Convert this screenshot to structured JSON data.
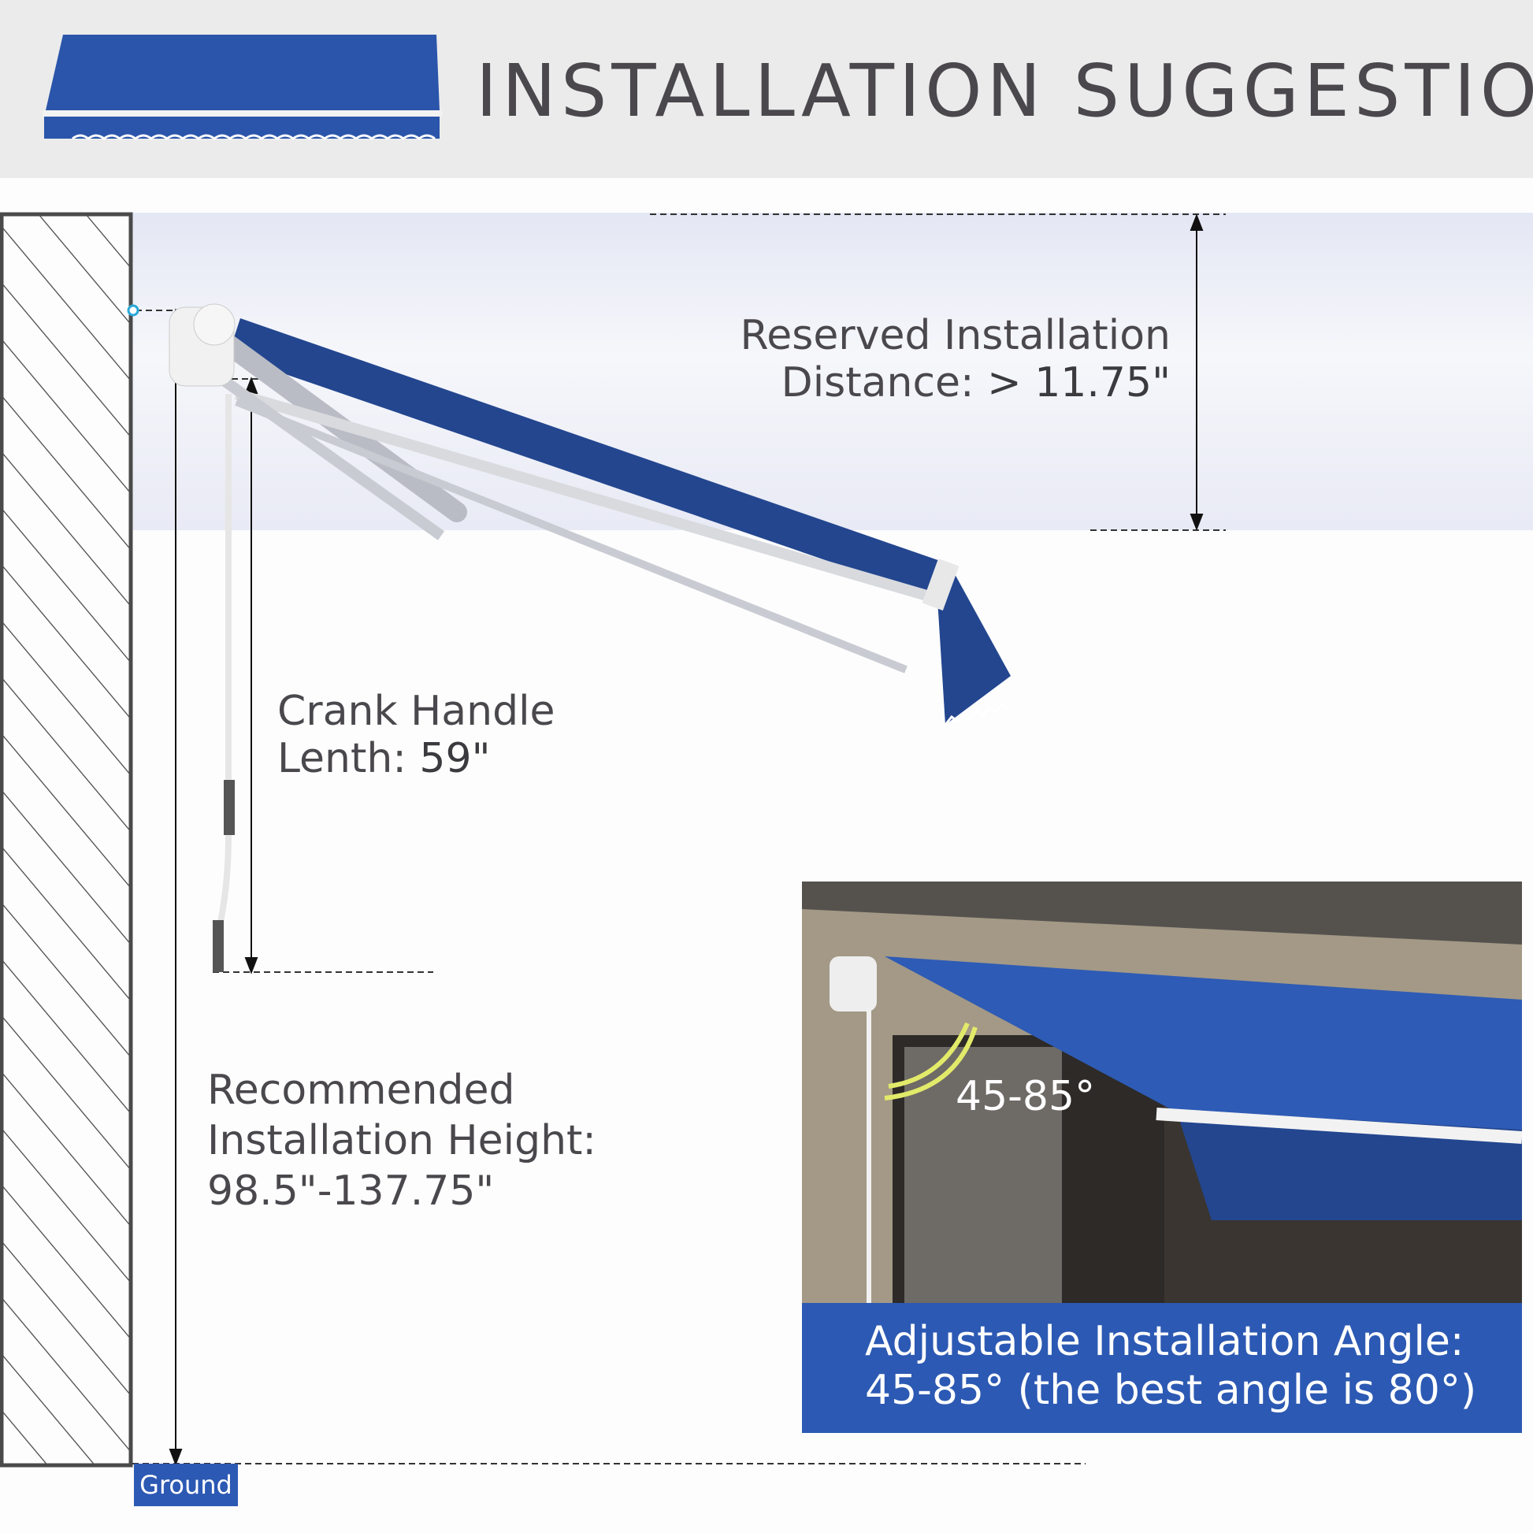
{
  "header": {
    "title": "INSTALLATION SUGGESTION",
    "logo": "awning-icon"
  },
  "reserved": {
    "line1": "Reserved Installation",
    "line2_label": "Distance:",
    "line2_value": "> 11.75\""
  },
  "crank": {
    "line1": "Crank Handle",
    "line2_label": "Lenth:",
    "line2_value": "59\""
  },
  "height": {
    "line1": "Recommended",
    "line2": "Installation Height:",
    "line3": "98.5\"-137.75\""
  },
  "photo": {
    "angle_label": "45-85°"
  },
  "caption": {
    "line1": "Adjustable Installation Angle:",
    "line2": "45-85° (the best angle is 80°)"
  },
  "ground": {
    "label": "Ground"
  },
  "colors": {
    "awning_blue": "#23468f",
    "caption_blue": "#2c59b3",
    "wall": "#4a4a4a"
  }
}
